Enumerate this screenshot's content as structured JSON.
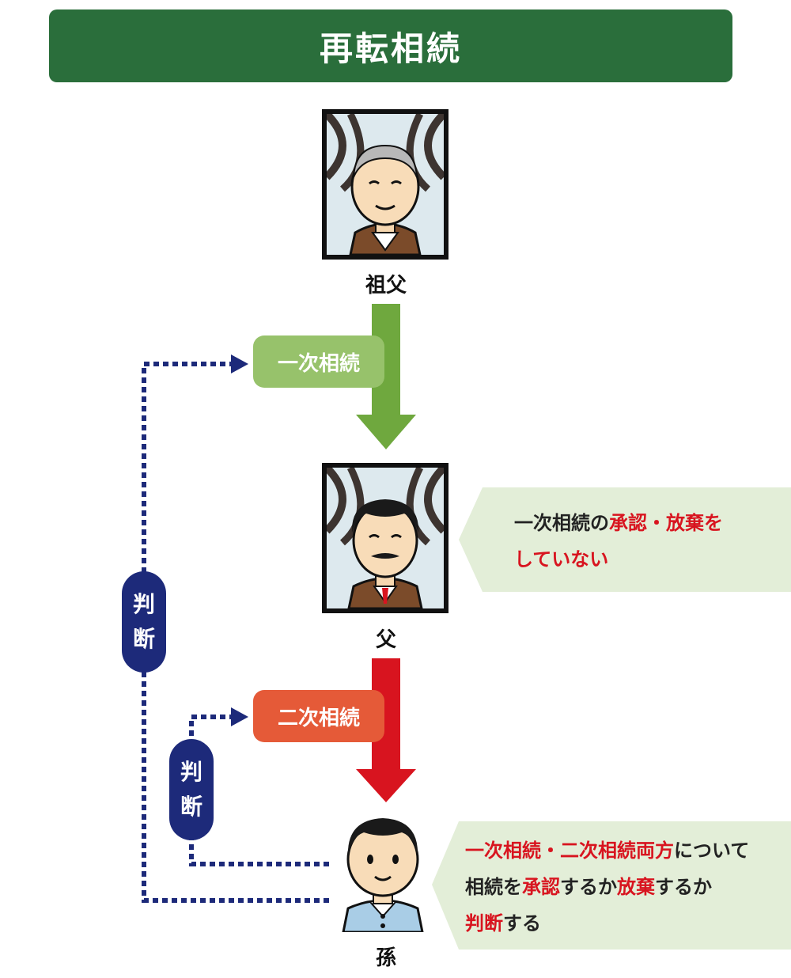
{
  "title": "再転相続",
  "people": {
    "grandfather": "祖父",
    "father": "父",
    "grandchild": "孫"
  },
  "steps": {
    "first": "一次相続",
    "second": "二次相続"
  },
  "judgment": {
    "char1": "判",
    "char2": "断"
  },
  "note_father": {
    "p1": "一次相続の",
    "p2": "承認・放棄を",
    "p3": "していない"
  },
  "note_grandchild": {
    "p1": "一次相続・二次相続両方",
    "p2": "について",
    "p3": "相続を",
    "p4": "承認",
    "p5": "するか",
    "p6": "放棄",
    "p7": "するか",
    "p8": "判断",
    "p9": "する"
  },
  "colors": {
    "title_bg": "#2a6e3b",
    "first_arrow": "#6fa83e",
    "first_pill": "#97c26b",
    "second_arrow": "#d8141f",
    "second_pill": "#e55a38",
    "judge": "#1d2a7a",
    "note_bg": "#e3eed8",
    "emphasis": "#d8141f"
  }
}
